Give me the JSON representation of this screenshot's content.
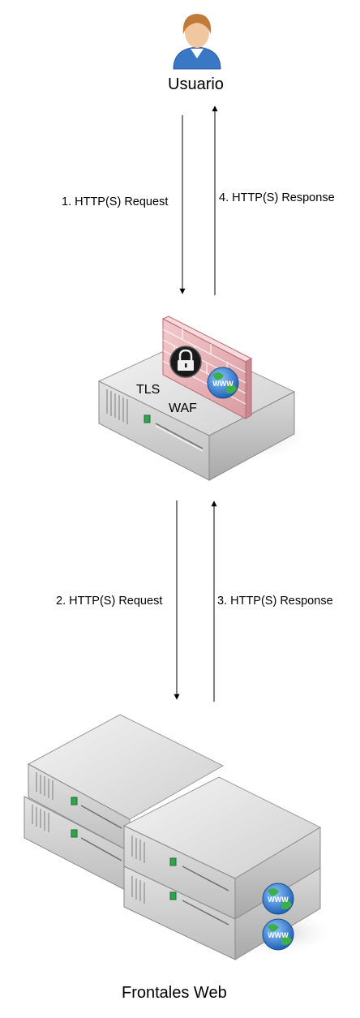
{
  "nodes": {
    "user": {
      "label": "Usuario",
      "icon": "user-icon"
    },
    "proxy": {
      "tls_label": "TLS",
      "waf_label": "WAF",
      "icon": "server-firewall-icon"
    },
    "frontends": {
      "label": "Frontales Web",
      "icon": "server-cluster-icon"
    }
  },
  "edges": [
    {
      "label": "1. HTTP(S) Request"
    },
    {
      "label": "4. HTTP(S) Response"
    },
    {
      "label": "2. HTTP(S) Request"
    },
    {
      "label": "3. HTTP(S) Response"
    }
  ],
  "colors": {
    "arrow": "#000000",
    "server_light": "#e8e8e8",
    "server_dark": "#9a9a9a",
    "firewall": "#e9b3b8",
    "globe": "#2d7fd2",
    "led": "#2fa44f",
    "user_shirt": "#3a78c6",
    "user_hair": "#c07a3a"
  }
}
